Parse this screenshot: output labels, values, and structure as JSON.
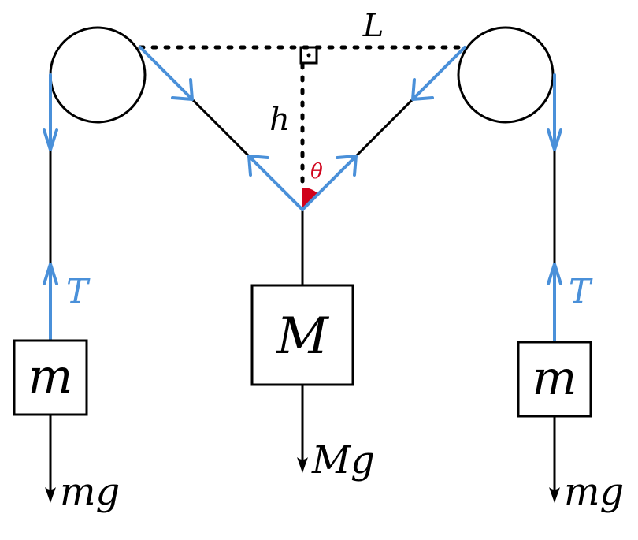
{
  "labels": {
    "L": "L",
    "h": "h",
    "theta": "θ",
    "T_left": "T",
    "T_right": "T",
    "M": "M",
    "m_left": "m",
    "m_right": "m",
    "Mg": "Mg",
    "mg_left": "mg",
    "mg_right": "mg"
  },
  "colors": {
    "line": "#000000",
    "force": "#4a90d9",
    "angle": "#d0021b"
  }
}
